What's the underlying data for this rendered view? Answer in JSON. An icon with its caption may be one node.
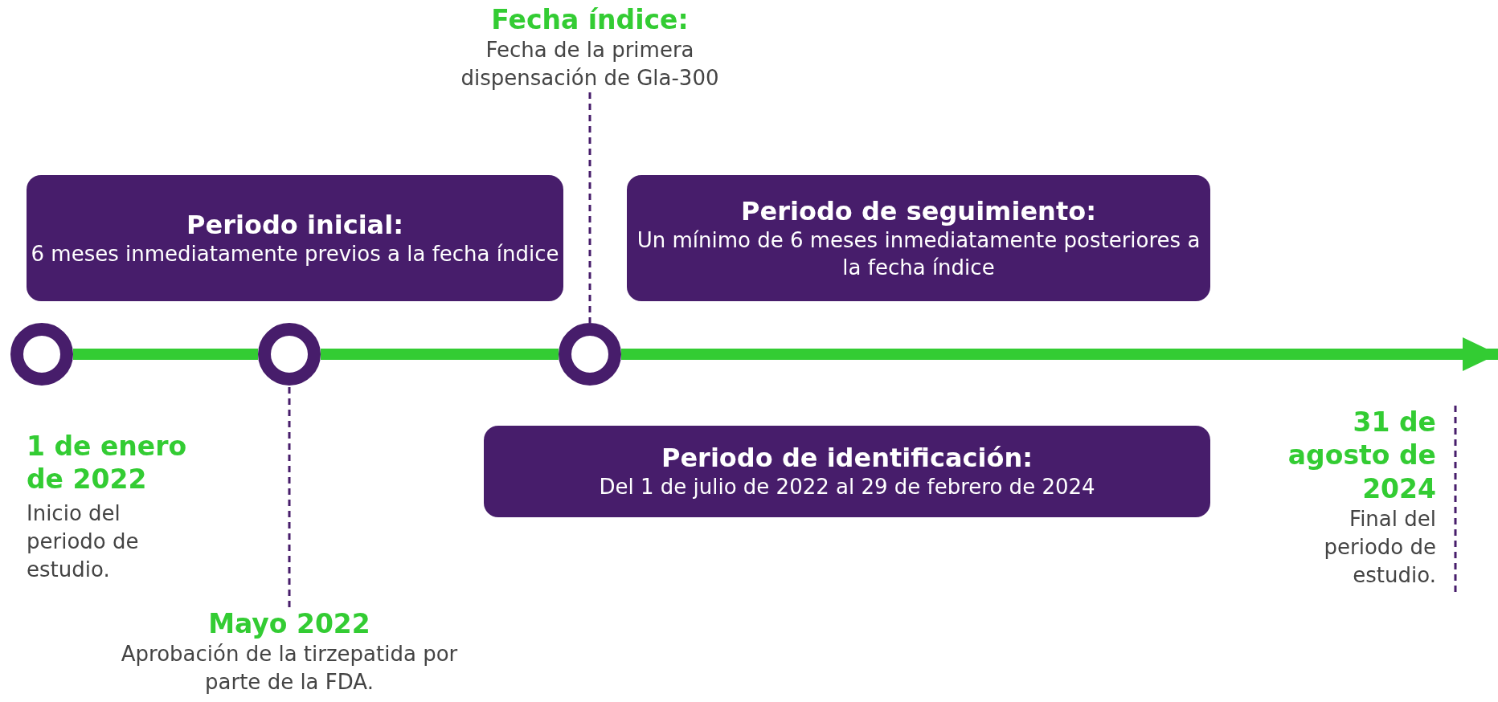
{
  "diagram": {
    "nodes": [
      {
        "text": [
          "Fecha índice:",
          "Fecha de la primera dispensación de Gla-300"
        ]
      },
      {
        "text": [
          "Periodo inicial:",
          "6 meses inmediatamente previos a la fecha índice"
        ]
      },
      {
        "text": [
          "Periodo de seguimiento:",
          "Un mínimo de 6 meses inmediatamente posteriores a la fecha índice"
        ]
      },
      {
        "text": [],
        "shape": "circle",
        "beside": [
          "1 de enero de 2022",
          "Inicio del periodo de estudio."
        ]
      },
      {
        "text": [],
        "shape": "circle"
      },
      {
        "text": [],
        "shape": "circle"
      },
      {
        "text": [
          "Periodo de identificación:",
          "Del 1 de julio de 2022 al 29 de febrero de 2024"
        ]
      },
      {
        "text": [
          "31 de agosto de 2024",
          "Final del periodo de estudio."
        ]
      },
      {
        "text": [
          "Mayo 2022",
          "Aprobación de la tirzepatida por parte de la FDA."
        ]
      }
    ],
    "edges": [
      {
        "from": 3,
        "to": 4,
        "arrow": "none",
        "style": "thick",
        "color": "#33cc33"
      },
      {
        "from": 4,
        "to": 5,
        "arrow": "none",
        "style": "thick",
        "color": "#33cc33"
      },
      {
        "from": 5,
        "to": null,
        "arrow": "to",
        "style": "thick",
        "color": "#33cc33"
      },
      {
        "from": 0,
        "to": 5,
        "arrow": "none",
        "style": "dashed",
        "color": "#471d6b"
      },
      {
        "from": 8,
        "to": 4,
        "arrow": "none",
        "style": "dashed",
        "color": "#471d6b"
      },
      {
        "from": 7,
        "to": null,
        "arrow": "none",
        "style": "dashed",
        "color": "#471d6b"
      }
    ]
  }
}
